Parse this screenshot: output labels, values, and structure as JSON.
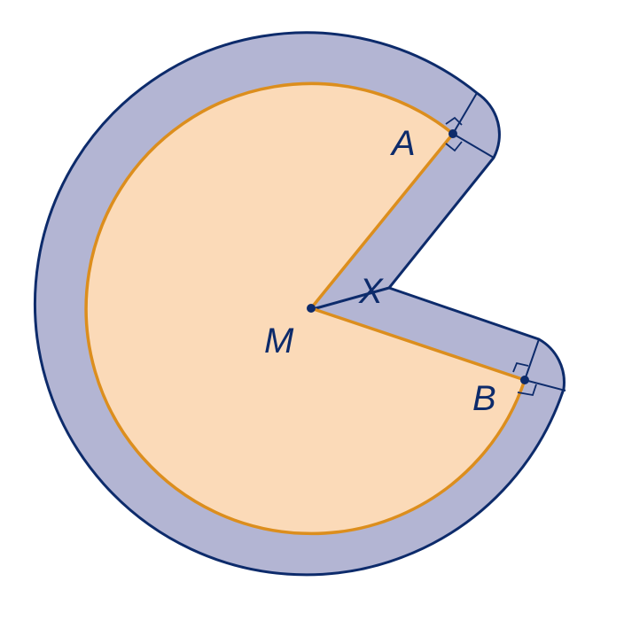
{
  "labels": {
    "A": "A",
    "B": "B",
    "M": "M",
    "X": "X"
  },
  "colors": {
    "background": "#ffffff",
    "band_fill": "#b3b5d3",
    "sector_fill": "#fbdab8",
    "sector_stroke": "#dc8e1d",
    "outline_stroke": "#0d2b6b",
    "point_fill": "#0d2b6b"
  }
}
